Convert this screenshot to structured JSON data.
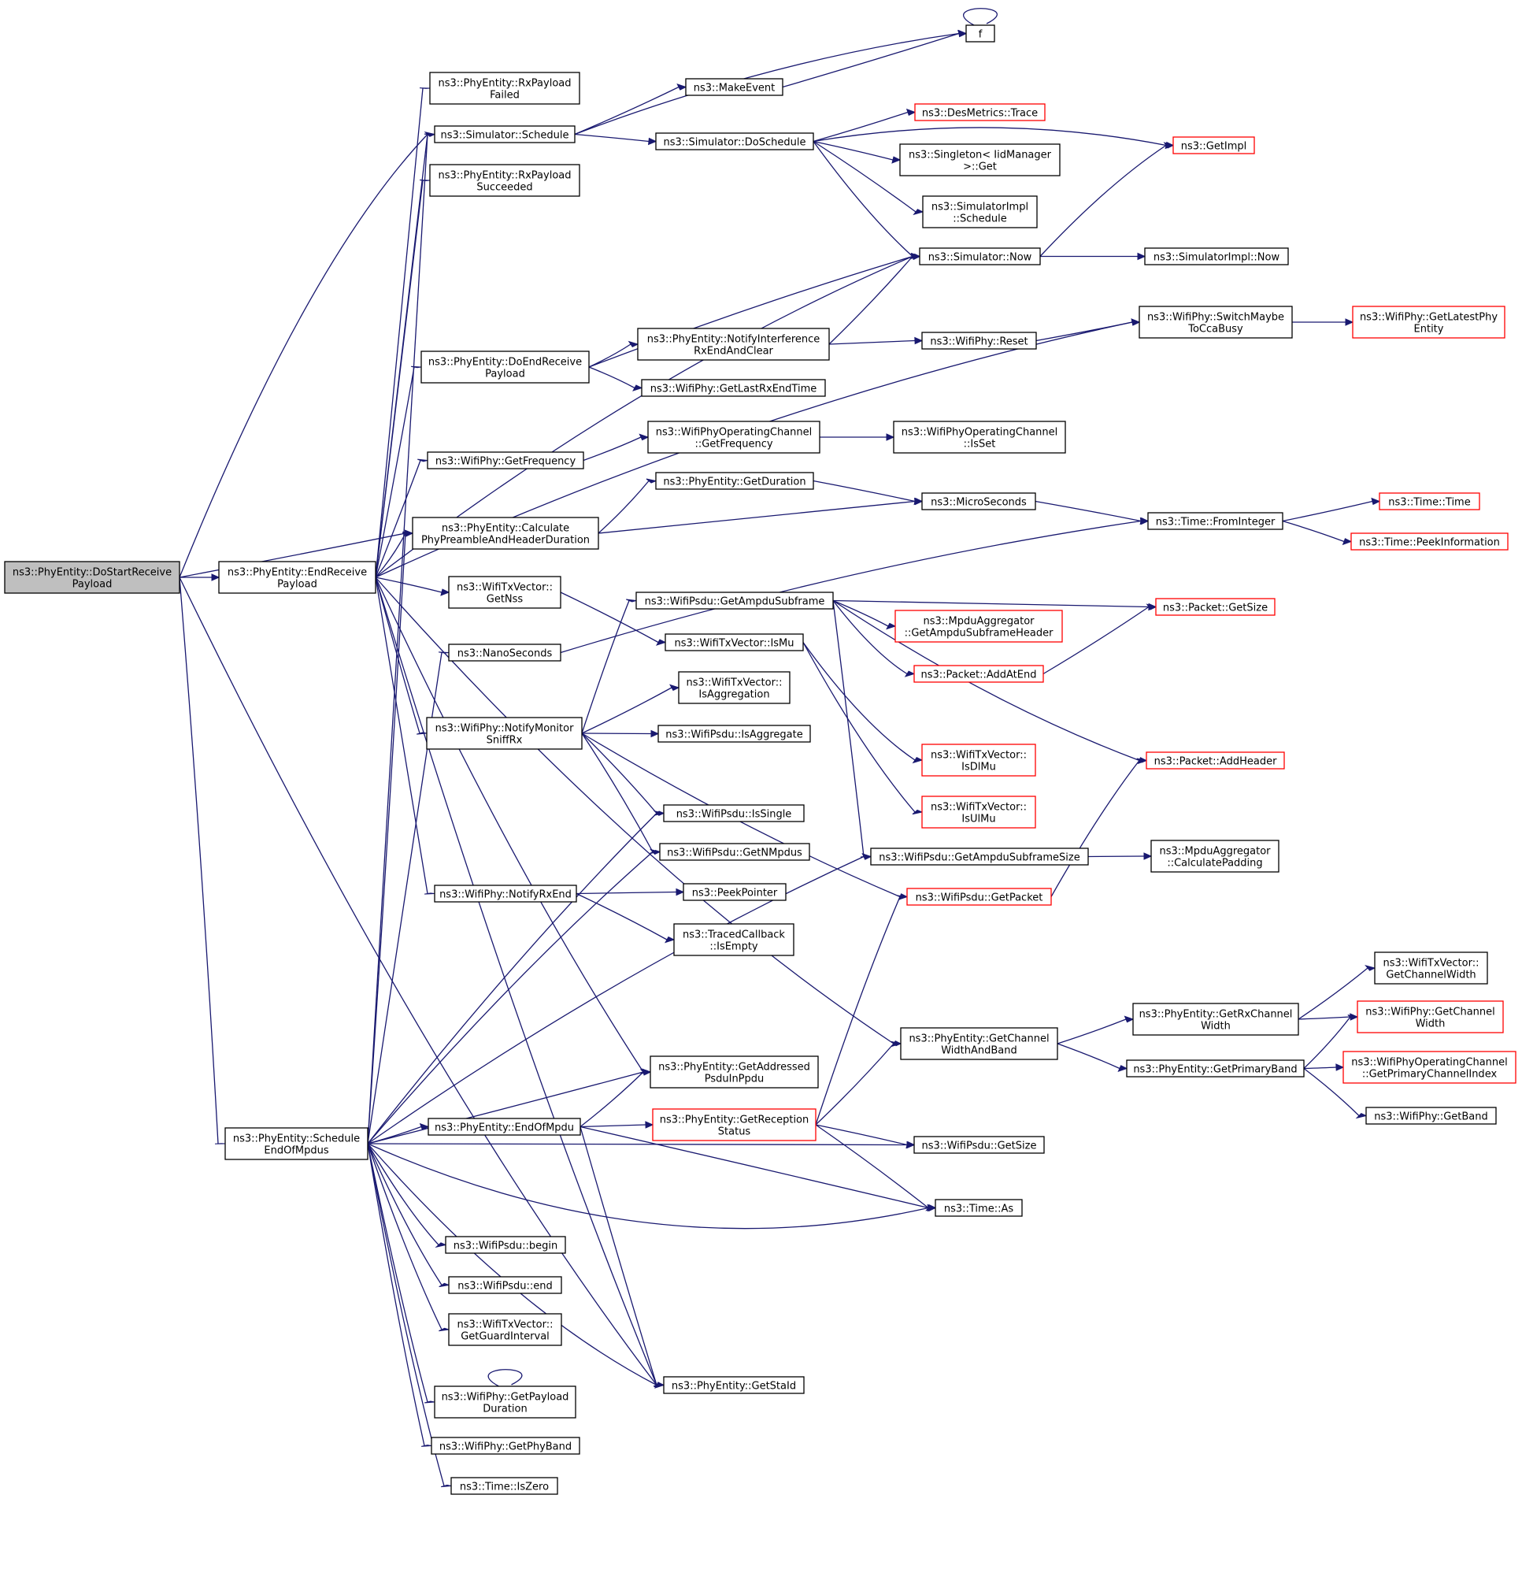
{
  "nodes": [
    {
      "id": "root",
      "lines": [
        "ns3::PhyEntity::DoStartReceive",
        "Payload"
      ],
      "root": true
    },
    {
      "id": "endrx",
      "lines": [
        "ns3::PhyEntity::EndReceive",
        "Payload"
      ]
    },
    {
      "id": "sched_eom",
      "lines": [
        "ns3::PhyEntity::Schedule",
        "EndOfMpdus"
      ]
    },
    {
      "id": "rxfailed",
      "lines": [
        "ns3::PhyEntity::RxPayload",
        "Failed"
      ]
    },
    {
      "id": "sim_sched",
      "lines": [
        "ns3::Simulator::Schedule"
      ]
    },
    {
      "id": "rxsucc",
      "lines": [
        "ns3::PhyEntity::RxPayload",
        "Succeeded"
      ]
    },
    {
      "id": "doendrx",
      "lines": [
        "ns3::PhyEntity::DoEndReceive",
        "Payload"
      ]
    },
    {
      "id": "getfreq",
      "lines": [
        "ns3::WifiPhy::GetFrequency"
      ]
    },
    {
      "id": "calcpre",
      "lines": [
        "ns3::PhyEntity::Calculate",
        "PhyPreambleAndHeaderDuration"
      ]
    },
    {
      "id": "getnss",
      "lines": [
        "ns3::WifiTxVector::",
        "GetNss"
      ]
    },
    {
      "id": "nanosec",
      "lines": [
        "ns3::NanoSeconds"
      ]
    },
    {
      "id": "notifymon",
      "lines": [
        "ns3::WifiPhy::NotifyMonitor",
        "SniffRx"
      ]
    },
    {
      "id": "notifyrxend",
      "lines": [
        "ns3::WifiPhy::NotifyRxEnd"
      ]
    },
    {
      "id": "endofmpdu",
      "lines": [
        "ns3::PhyEntity::EndOfMpdu"
      ]
    },
    {
      "id": "psdubegin",
      "lines": [
        "ns3::WifiPsdu::begin"
      ]
    },
    {
      "id": "psduend",
      "lines": [
        "ns3::WifiPsdu::end"
      ]
    },
    {
      "id": "getgi",
      "lines": [
        "ns3::WifiTxVector::",
        "GetGuardInterval"
      ]
    },
    {
      "id": "getpaydur",
      "lines": [
        "ns3::WifiPhy::GetPayload",
        "Duration"
      ]
    },
    {
      "id": "getphyband",
      "lines": [
        "ns3::WifiPhy::GetPhyBand"
      ]
    },
    {
      "id": "iszero",
      "lines": [
        "ns3::Time::IsZero"
      ]
    },
    {
      "id": "makeevent",
      "lines": [
        "ns3::MakeEvent"
      ]
    },
    {
      "id": "dosched",
      "lines": [
        "ns3::Simulator::DoSchedule"
      ]
    },
    {
      "id": "notifyint",
      "lines": [
        "ns3::PhyEntity::NotifyInterference",
        "RxEndAndClear"
      ]
    },
    {
      "id": "getlastrx",
      "lines": [
        "ns3::WifiPhy::GetLastRxEndTime"
      ]
    },
    {
      "id": "opch_getfreq",
      "lines": [
        "ns3::WifiPhyOperatingChannel",
        "::GetFrequency"
      ]
    },
    {
      "id": "getdur",
      "lines": [
        "ns3::PhyEntity::GetDuration"
      ]
    },
    {
      "id": "getampdusub",
      "lines": [
        "ns3::WifiPsdu::GetAmpduSubframe"
      ]
    },
    {
      "id": "ismu",
      "lines": [
        "ns3::WifiTxVector::IsMu"
      ]
    },
    {
      "id": "isaggregation",
      "lines": [
        "ns3::WifiTxVector::",
        "IsAggregation"
      ]
    },
    {
      "id": "isaggregate",
      "lines": [
        "ns3::WifiPsdu::IsAggregate"
      ]
    },
    {
      "id": "issingle",
      "lines": [
        "ns3::WifiPsdu::IsSingle"
      ]
    },
    {
      "id": "getnmpdus",
      "lines": [
        "ns3::WifiPsdu::GetNMpdus"
      ]
    },
    {
      "id": "peekptr",
      "lines": [
        "ns3::PeekPointer"
      ]
    },
    {
      "id": "tcbempty",
      "lines": [
        "ns3::TracedCallback",
        "::IsEmpty"
      ]
    },
    {
      "id": "getaddr",
      "lines": [
        "ns3::PhyEntity::GetAddressed",
        "PsduInPpdu"
      ]
    },
    {
      "id": "getrxstatus",
      "lines": [
        "ns3::PhyEntity::GetReception",
        "Status"
      ],
      "red": true
    },
    {
      "id": "getstaid",
      "lines": [
        "ns3::PhyEntity::GetStaId"
      ]
    },
    {
      "id": "f",
      "lines": [
        "f"
      ]
    },
    {
      "id": "desmetrics",
      "lines": [
        "ns3::DesMetrics::Trace"
      ],
      "red": true
    },
    {
      "id": "singleton",
      "lines": [
        "ns3::Singleton< IidManager",
        ">::Get"
      ]
    },
    {
      "id": "implsched",
      "lines": [
        "ns3::SimulatorImpl",
        "::Schedule"
      ]
    },
    {
      "id": "simnow",
      "lines": [
        "ns3::Simulator::Now"
      ]
    },
    {
      "id": "wifireset",
      "lines": [
        "ns3::WifiPhy::Reset"
      ]
    },
    {
      "id": "opch_isset",
      "lines": [
        "ns3::WifiPhyOperatingChannel",
        "::IsSet"
      ]
    },
    {
      "id": "microsec",
      "lines": [
        "ns3::MicroSeconds"
      ]
    },
    {
      "id": "mpdu_hdr",
      "lines": [
        "ns3::MpduAggregator",
        "::GetAmpduSubframeHeader"
      ],
      "red": true
    },
    {
      "id": "addatend",
      "lines": [
        "ns3::Packet::AddAtEnd"
      ],
      "red": true
    },
    {
      "id": "isdlmu",
      "lines": [
        "ns3::WifiTxVector::",
        "IsDlMu"
      ],
      "red": true
    },
    {
      "id": "isulmu",
      "lines": [
        "ns3::WifiTxVector::",
        "IsUlMu"
      ],
      "red": true
    },
    {
      "id": "ampdusubsize",
      "lines": [
        "ns3::WifiPsdu::GetAmpduSubframeSize"
      ]
    },
    {
      "id": "getpacket",
      "lines": [
        "ns3::WifiPsdu::GetPacket"
      ],
      "red": true
    },
    {
      "id": "getchwb",
      "lines": [
        "ns3::PhyEntity::GetChannel",
        "WidthAndBand"
      ]
    },
    {
      "id": "psdusize",
      "lines": [
        "ns3::WifiPsdu::GetSize"
      ]
    },
    {
      "id": "timeas",
      "lines": [
        "ns3::Time::As"
      ]
    },
    {
      "id": "getimpl",
      "lines": [
        "ns3::GetImpl"
      ],
      "red": true
    },
    {
      "id": "implnow",
      "lines": [
        "ns3::SimulatorImpl::Now"
      ]
    },
    {
      "id": "switchmaybe",
      "lines": [
        "ns3::WifiPhy::SwitchMaybe",
        "ToCcaBusy"
      ]
    },
    {
      "id": "fromint",
      "lines": [
        "ns3::Time::FromInteger"
      ]
    },
    {
      "id": "pktsize",
      "lines": [
        "ns3::Packet::GetSize"
      ],
      "red": true
    },
    {
      "id": "addheader",
      "lines": [
        "ns3::Packet::AddHeader"
      ],
      "red": true
    },
    {
      "id": "calcpad",
      "lines": [
        "ns3::MpduAggregator",
        "::CalculatePadding"
      ]
    },
    {
      "id": "getrxchw",
      "lines": [
        "ns3::PhyEntity::GetRxChannel",
        "Width"
      ]
    },
    {
      "id": "getprimband",
      "lines": [
        "ns3::PhyEntity::GetPrimaryBand"
      ]
    },
    {
      "id": "getlatest",
      "lines": [
        "ns3::WifiPhy::GetLatestPhy",
        "Entity"
      ],
      "red": true
    },
    {
      "id": "timetime",
      "lines": [
        "ns3::Time::Time"
      ],
      "red": true
    },
    {
      "id": "peekinfo",
      "lines": [
        "ns3::Time::PeekInformation"
      ],
      "red": true
    },
    {
      "id": "txv_getchw",
      "lines": [
        "ns3::WifiTxVector::",
        "GetChannelWidth"
      ]
    },
    {
      "id": "phy_getchw",
      "lines": [
        "ns3::WifiPhy::GetChannel",
        "Width"
      ],
      "red": true
    },
    {
      "id": "opch_primidx",
      "lines": [
        "ns3::WifiPhyOperatingChannel",
        "::GetPrimaryChannelIndex"
      ],
      "red": true
    },
    {
      "id": "getband",
      "lines": [
        "ns3::WifiPhy::GetBand"
      ]
    }
  ]
}
